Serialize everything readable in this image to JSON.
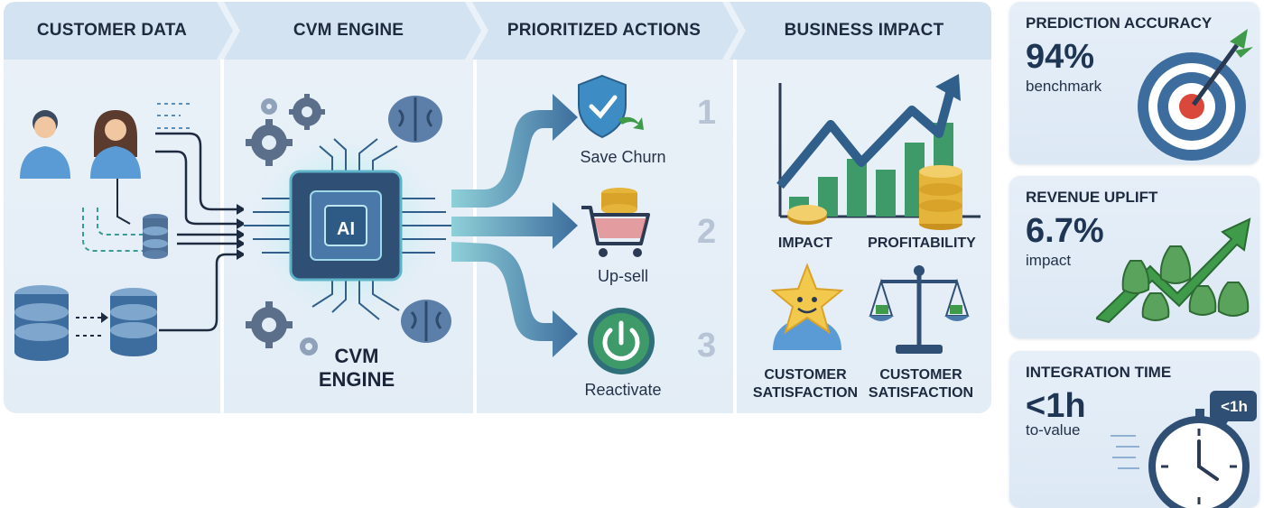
{
  "sections": {
    "customer_data": {
      "title": "CUSTOMER DATA"
    },
    "cvm_engine": {
      "title": "CVM ENGINE",
      "chip_label": "AI",
      "engine_label_line1": "CVM",
      "engine_label_line2": "ENGINE"
    },
    "prioritized_actions": {
      "title": "PRIORITIZED ACTIONS",
      "actions": [
        {
          "label": "Save Churn",
          "rank": "1",
          "icon": "shield-check-icon"
        },
        {
          "label": "Up-sell",
          "rank": "2",
          "icon": "shopping-cart-icon"
        },
        {
          "label": "Reactivate",
          "rank": "3",
          "icon": "power-icon"
        }
      ]
    },
    "business_impact": {
      "title": "BUSINESS IMPACT",
      "labels": {
        "impact": "IMPACT",
        "profitability": "PROFITABILITY",
        "satisfaction_a_line1": "CUSTOMER",
        "satisfaction_a_line2": "SATISFACTION",
        "satisfaction_b_line1": "CUSTOMER",
        "satisfaction_b_line2": "SATISFACTION"
      }
    }
  },
  "metrics": [
    {
      "title": "PREDICTION ACCURACY",
      "value": "94%",
      "sub": "benchmark",
      "icon": "target-icon"
    },
    {
      "title": "REVENUE UPLIFT",
      "value": "6.7%",
      "sub": "impact",
      "icon": "money-growth-icon"
    },
    {
      "title": "INTEGRATION TIME",
      "value": "<1h",
      "sub": "to-value",
      "icon": "stopwatch-icon",
      "badge": "<1h"
    }
  ],
  "colors": {
    "accent_blue": "#3d6d9e",
    "teal": "#2f8f8a",
    "green": "#3f9a4a",
    "gold": "#e5b43a",
    "dark_navy": "#1d2a3f"
  }
}
